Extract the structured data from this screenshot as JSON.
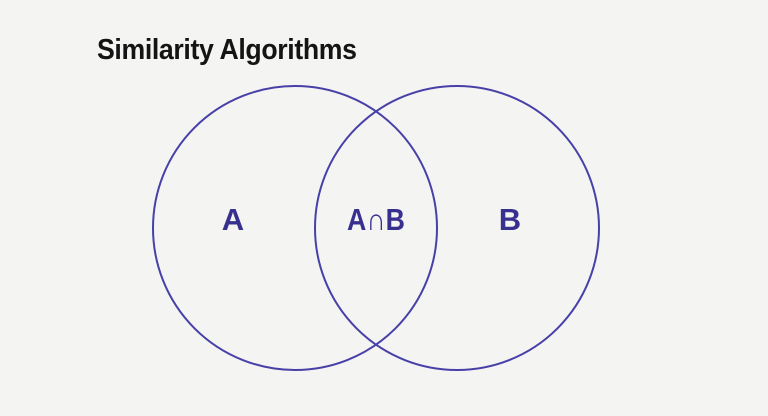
{
  "title": "Similarity Algorithms",
  "colors": {
    "background": "#f4f4f2",
    "title_color": "#141414",
    "circle_stroke": "#4740a8",
    "label_color": "#38308f"
  },
  "venn": {
    "type": "venn-diagram",
    "sets": [
      {
        "label": "A"
      },
      {
        "label": "B"
      }
    ],
    "intersection_label": "A∩B"
  }
}
